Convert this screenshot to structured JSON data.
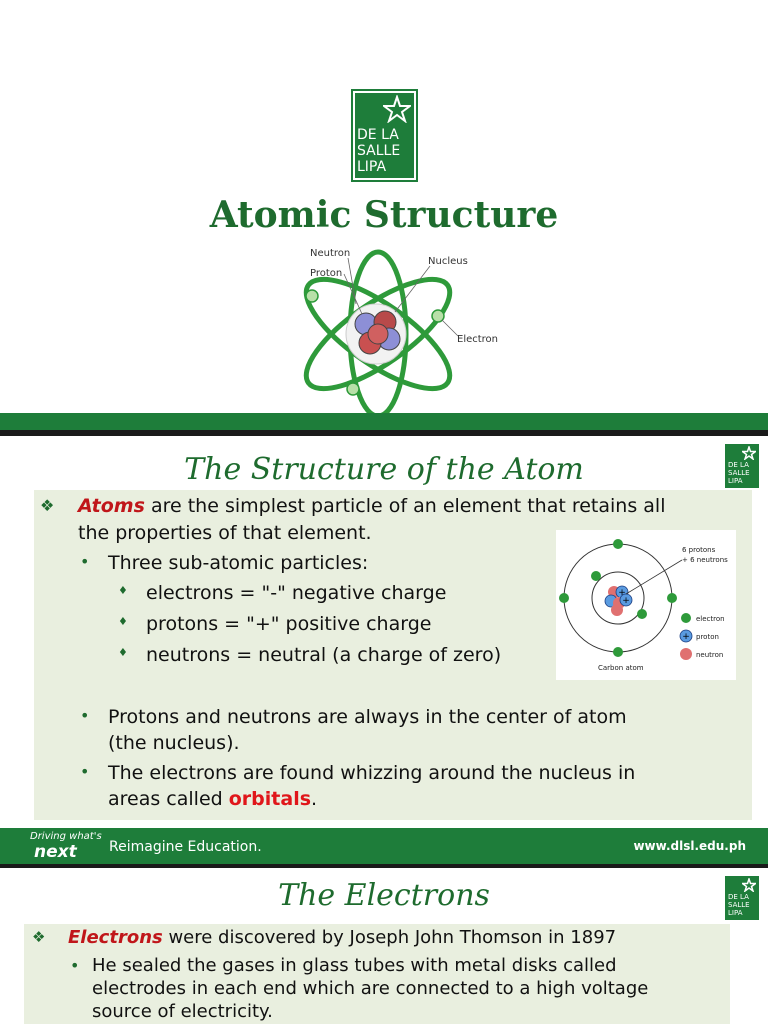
{
  "slide1": {
    "logo_lines": [
      "DE LA",
      "SALLE",
      "LIPA"
    ],
    "title": "Atomic Structure",
    "diagram_labels": {
      "neutron": "Neutron",
      "proton": "Proton",
      "nucleus": "Nucleus",
      "electron": "Electron"
    }
  },
  "slide2": {
    "logo_lines": [
      "DE LA",
      "SALLE",
      "LIPA"
    ],
    "title": "The Structure of the Atom",
    "bullet1_term": "Atoms",
    "bullet1_rest_line1": " are the simplest particle of an element that retains all",
    "bullet1_line2": "the properties of that element.",
    "sub1": "Three sub-atomic particles:",
    "sub1_items": [
      "electrons = \"-\" negative charge",
      "protons = \"+\" positive charge",
      "neutrons = neutral (a charge of zero)"
    ],
    "sub2_line1": "Protons and neutrons are always in the center of atom",
    "sub2_line2": "(the nucleus).",
    "sub3_line1": "The electrons are found whizzing around the nucleus in",
    "sub3_line2_pre": "areas called ",
    "sub3_term": "orbitals",
    "sub3_post": ".",
    "carbon": {
      "protons_label": "6 protons",
      "neutrons_label": "+ 6 neutrons",
      "legend_electron": "electron",
      "legend_proton": "proton",
      "legend_neutron": "neutron",
      "caption": "Carbon atom"
    },
    "footer": {
      "tag_small": "Driving what's",
      "tag_big": "next",
      "slogan": "Reimagine Education.",
      "url": "www.dlsl.edu.ph"
    }
  },
  "slide3": {
    "logo_lines": [
      "DE LA",
      "SALLE",
      "LIPA"
    ],
    "title": "The Electrons",
    "bullet1_term": "Electrons",
    "bullet1_rest": " were discovered by Joseph John Thomson in 1897",
    "sub1_line1": "He sealed the gases in glass tubes with metal disks called",
    "sub1_line2": "electrodes in each end which are connected to a high voltage",
    "sub1_line3": "source of electricity."
  },
  "colors": {
    "brand_green": "#1e7d3a",
    "title_green": "#1e6b2e",
    "content_bg": "#e9efdf",
    "accent_red": "#c0161a"
  }
}
